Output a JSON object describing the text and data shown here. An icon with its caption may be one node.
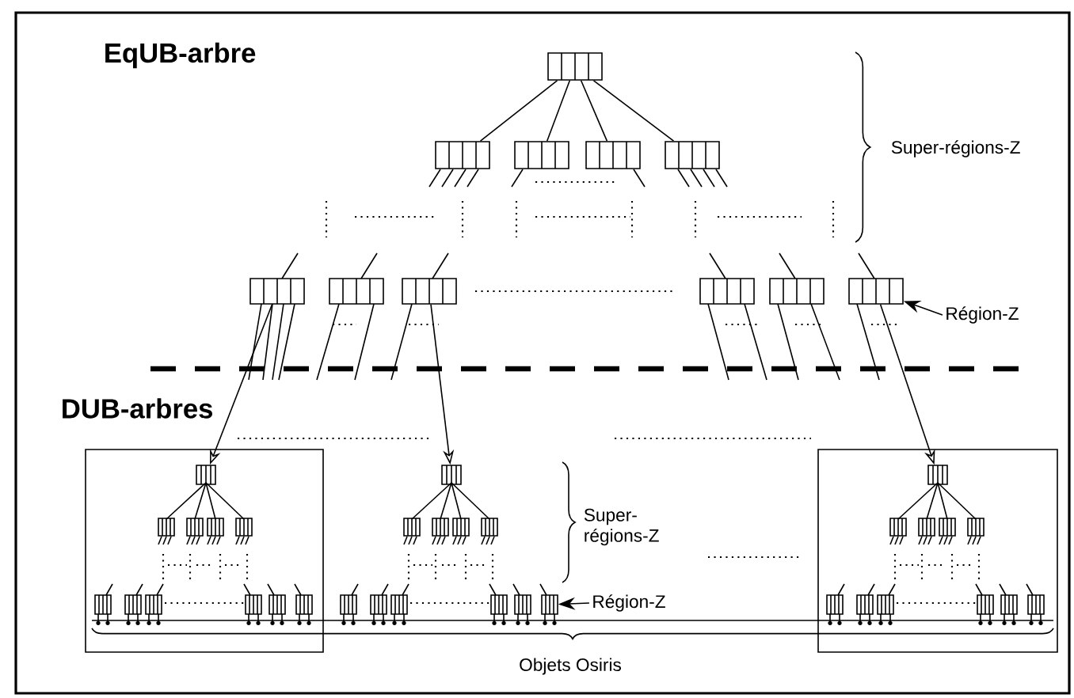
{
  "diagram": {
    "nodes": [
      {
        "text": [],
        "shape": "box"
      },
      {
        "text": [],
        "shape": "box"
      },
      {
        "text": [],
        "shape": "box"
      },
      {
        "text": [],
        "shape": "box"
      },
      {
        "text": [],
        "shape": "box"
      },
      {
        "text": [],
        "shape": "box"
      },
      {
        "text": [],
        "shape": "box"
      },
      {
        "text": [],
        "shape": "box"
      },
      {
        "text": [],
        "shape": "box"
      },
      {
        "text": [],
        "shape": "box"
      },
      {
        "text": [],
        "shape": "box"
      },
      {
        "text": [],
        "shape": "box"
      },
      {
        "text": [],
        "shape": "box",
        "in": 11
      },
      {
        "text": [],
        "shape": "box"
      },
      {
        "text": [],
        "shape": "box"
      },
      {
        "text": [],
        "shape": "box",
        "in": 14
      },
      {
        "text": [
          "Région-Z"
        ]
      },
      {
        "text": [
          "Région-Z"
        ]
      },
      {
        "text": [],
        "shape": "box"
      }
    ],
    "edges": [
      {
        "from": 0,
        "to": 1,
        "arrow": "none"
      },
      {
        "from": 0,
        "to": 2,
        "arrow": "none"
      },
      {
        "from": 0,
        "to": 3,
        "arrow": "none"
      },
      {
        "from": 0,
        "to": 4,
        "arrow": "none"
      },
      {
        "from": 5,
        "to": 12,
        "arrow": "to"
      },
      {
        "from": 7,
        "to": 13,
        "arrow": "to"
      },
      {
        "from": 10,
        "to": 15,
        "arrow": "to"
      },
      {
        "from": 16,
        "to": 10,
        "arrow": "to"
      },
      {
        "from": 17,
        "to": 18,
        "arrow": "to"
      }
    ],
    "labels": [
      "EqUB-arbre",
      "Super-régions-Z",
      "DUB-arbres",
      "Super-régions-Z",
      "Objets Osiris"
    ]
  }
}
